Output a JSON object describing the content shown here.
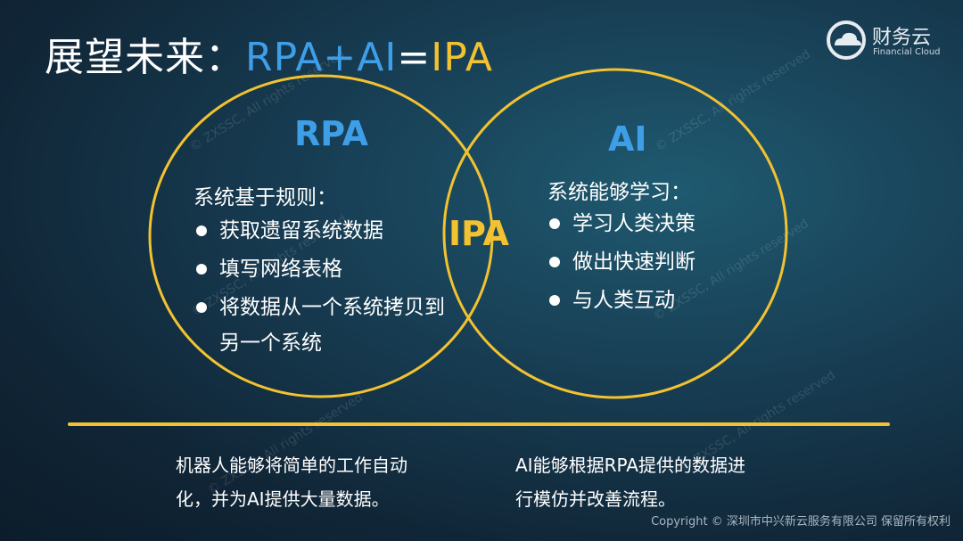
{
  "title": {
    "part1": "展望未来：",
    "part2": "RPA+AI",
    "part3": "=",
    "part4": "IPA"
  },
  "logo": {
    "cn": "财务云",
    "en": "Financial Cloud"
  },
  "venn": {
    "left_label": "RPA",
    "right_label": "AI",
    "center_label": "IPA",
    "left_heading": "系统基于规则：",
    "left_items": [
      "获取遗留系统数据",
      "填写网络表格",
      "将数据从一个系统拷贝到"
    ],
    "left_continuation": "另一个系统",
    "right_heading": "系统能够学习：",
    "right_items": [
      "学习人类决策",
      "做出快速判断",
      "与人类互动"
    ]
  },
  "bottom": {
    "left_line1": "机器人能够将简单的工作自动",
    "left_line2": "化，并为AI提供大量数据。",
    "right_line1": "AI能够根据RPA提供的数据进",
    "right_line2": "行模仿并改善流程。"
  },
  "watermark": "© ZXSSC, All rights reserved",
  "copyright": "Copyright © 深圳市中兴新云服务有限公司 保留所有权利",
  "colors": {
    "accent_yellow": "#f2c230",
    "accent_blue": "#3f9ee8"
  }
}
